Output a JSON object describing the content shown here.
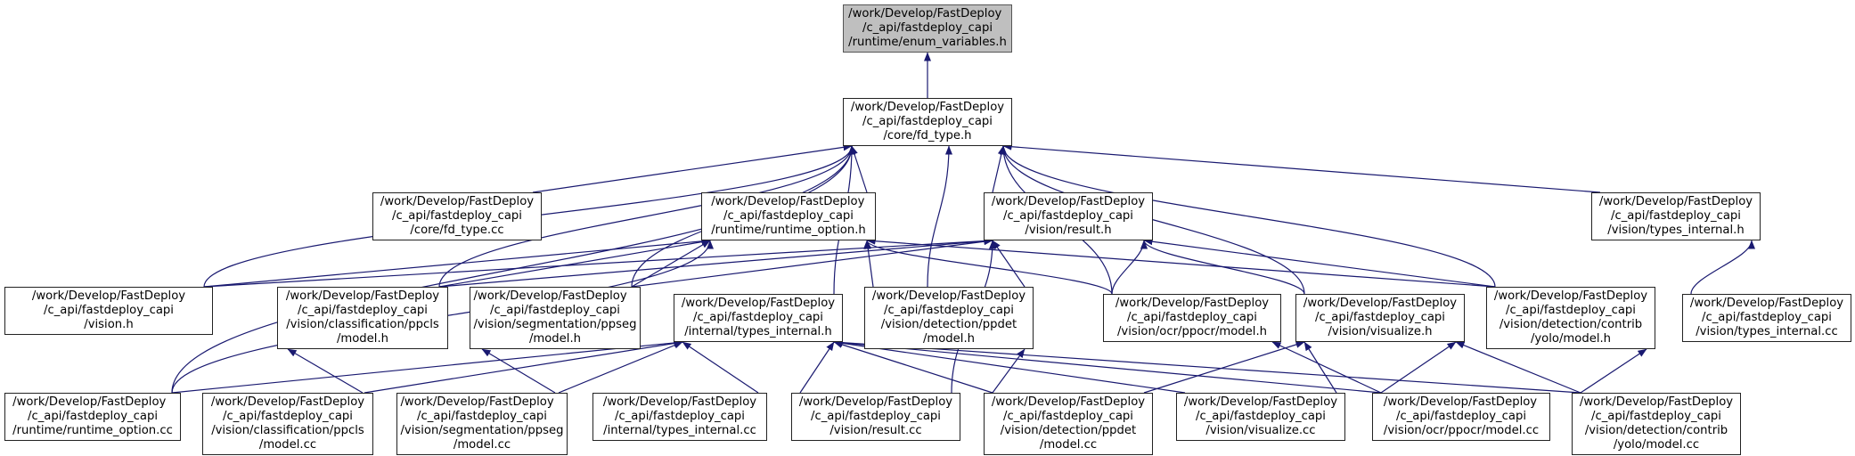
{
  "edge_color": "#191970",
  "root_fill": "#bfbfbf",
  "nodes": [
    {
      "id": "enum_variables_h",
      "lines": [
        "/work/Develop/FastDeploy",
        "/c_api/fastdeploy_capi",
        "/runtime/enum_variables.h"
      ]
    },
    {
      "id": "fd_type_h",
      "lines": [
        "/work/Develop/FastDeploy",
        "/c_api/fastdeploy_capi",
        "/core/fd_type.h"
      ]
    },
    {
      "id": "fd_type_cc",
      "lines": [
        "/work/Develop/FastDeploy",
        "/c_api/fastdeploy_capi",
        "/core/fd_type.cc"
      ]
    },
    {
      "id": "runtime_option_h",
      "lines": [
        "/work/Develop/FastDeploy",
        "/c_api/fastdeploy_capi",
        "/runtime/runtime_option.h"
      ]
    },
    {
      "id": "vision_result_h",
      "lines": [
        "/work/Develop/FastDeploy",
        "/c_api/fastdeploy_capi",
        "/vision/result.h"
      ]
    },
    {
      "id": "vision_types_internal_h",
      "lines": [
        "/work/Develop/FastDeploy",
        "/c_api/fastdeploy_capi",
        "/vision/types_internal.h"
      ]
    },
    {
      "id": "vision_h",
      "lines": [
        "/work/Develop/FastDeploy",
        "/c_api/fastdeploy_capi",
        "/vision.h"
      ]
    },
    {
      "id": "ppcls_model_h",
      "lines": [
        "/work/Develop/FastDeploy",
        "/c_api/fastdeploy_capi",
        "/vision/classification/ppcls",
        "/model.h"
      ]
    },
    {
      "id": "ppseg_model_h",
      "lines": [
        "/work/Develop/FastDeploy",
        "/c_api/fastdeploy_capi",
        "/vision/segmentation/ppseg",
        "/model.h"
      ]
    },
    {
      "id": "internal_types_internal_h",
      "lines": [
        "/work/Develop/FastDeploy",
        "/c_api/fastdeploy_capi",
        "/internal/types_internal.h"
      ]
    },
    {
      "id": "ppdet_model_h",
      "lines": [
        "/work/Develop/FastDeploy",
        "/c_api/fastdeploy_capi",
        "/vision/detection/ppdet",
        "/model.h"
      ]
    },
    {
      "id": "ppocr_model_h",
      "lines": [
        "/work/Develop/FastDeploy",
        "/c_api/fastdeploy_capi",
        "/vision/ocr/ppocr/model.h"
      ]
    },
    {
      "id": "visualize_h",
      "lines": [
        "/work/Develop/FastDeploy",
        "/c_api/fastdeploy_capi",
        "/vision/visualize.h"
      ]
    },
    {
      "id": "yolo_model_h",
      "lines": [
        "/work/Develop/FastDeploy",
        "/c_api/fastdeploy_capi",
        "/vision/detection/contrib",
        "/yolo/model.h"
      ]
    },
    {
      "id": "vision_types_internal_cc",
      "lines": [
        "/work/Develop/FastDeploy",
        "/c_api/fastdeploy_capi",
        "/vision/types_internal.cc"
      ]
    },
    {
      "id": "runtime_option_cc",
      "lines": [
        "/work/Develop/FastDeploy",
        "/c_api/fastdeploy_capi",
        "/runtime/runtime_option.cc"
      ]
    },
    {
      "id": "ppcls_model_cc",
      "lines": [
        "/work/Develop/FastDeploy",
        "/c_api/fastdeploy_capi",
        "/vision/classification/ppcls",
        "/model.cc"
      ]
    },
    {
      "id": "ppseg_model_cc",
      "lines": [
        "/work/Develop/FastDeploy",
        "/c_api/fastdeploy_capi",
        "/vision/segmentation/ppseg",
        "/model.cc"
      ]
    },
    {
      "id": "internal_types_internal_cc",
      "lines": [
        "/work/Develop/FastDeploy",
        "/c_api/fastdeploy_capi",
        "/internal/types_internal.cc"
      ]
    },
    {
      "id": "result_cc",
      "lines": [
        "/work/Develop/FastDeploy",
        "/c_api/fastdeploy_capi",
        "/vision/result.cc"
      ]
    },
    {
      "id": "ppdet_model_cc",
      "lines": [
        "/work/Develop/FastDeploy",
        "/c_api/fastdeploy_capi",
        "/vision/detection/ppdet",
        "/model.cc"
      ]
    },
    {
      "id": "visualize_cc",
      "lines": [
        "/work/Develop/FastDeploy",
        "/c_api/fastdeploy_capi",
        "/vision/visualize.cc"
      ]
    },
    {
      "id": "ppocr_model_cc",
      "lines": [
        "/work/Develop/FastDeploy",
        "/c_api/fastdeploy_capi",
        "/vision/ocr/ppocr/model.cc"
      ]
    },
    {
      "id": "yolo_model_cc",
      "lines": [
        "/work/Develop/FastDeploy",
        "/c_api/fastdeploy_capi",
        "/vision/detection/contrib",
        "/yolo/model.cc"
      ]
    }
  ],
  "edges": [
    [
      "fd_type_h",
      "enum_variables_h"
    ],
    [
      "fd_type_cc",
      "fd_type_h"
    ],
    [
      "runtime_option_h",
      "fd_type_h"
    ],
    [
      "vision_result_h",
      "fd_type_h"
    ],
    [
      "vision_types_internal_h",
      "fd_type_h"
    ],
    [
      "vision_h",
      "fd_type_h"
    ],
    [
      "ppcls_model_h",
      "fd_type_h"
    ],
    [
      "ppseg_model_h",
      "fd_type_h"
    ],
    [
      "internal_types_internal_h",
      "fd_type_h"
    ],
    [
      "ppdet_model_h",
      "fd_type_h"
    ],
    [
      "ppocr_model_h",
      "fd_type_h"
    ],
    [
      "visualize_h",
      "fd_type_h"
    ],
    [
      "yolo_model_h",
      "fd_type_h"
    ],
    [
      "runtime_option_cc",
      "fd_type_h"
    ],
    [
      "vision_h",
      "runtime_option_h"
    ],
    [
      "ppcls_model_h",
      "runtime_option_h"
    ],
    [
      "ppseg_model_h",
      "runtime_option_h"
    ],
    [
      "ppdet_model_h",
      "runtime_option_h"
    ],
    [
      "ppocr_model_h",
      "runtime_option_h"
    ],
    [
      "yolo_model_h",
      "runtime_option_h"
    ],
    [
      "runtime_option_cc",
      "runtime_option_h"
    ],
    [
      "vision_h",
      "vision_result_h"
    ],
    [
      "ppcls_model_h",
      "vision_result_h"
    ],
    [
      "ppseg_model_h",
      "vision_result_h"
    ],
    [
      "ppdet_model_h",
      "vision_result_h"
    ],
    [
      "ppocr_model_h",
      "vision_result_h"
    ],
    [
      "visualize_h",
      "vision_result_h"
    ],
    [
      "yolo_model_h",
      "vision_result_h"
    ],
    [
      "result_cc",
      "vision_result_h"
    ],
    [
      "vision_types_internal_cc",
      "vision_types_internal_h"
    ],
    [
      "ppcls_model_cc",
      "ppcls_model_h"
    ],
    [
      "ppseg_model_cc",
      "ppseg_model_h"
    ],
    [
      "ppdet_model_cc",
      "ppdet_model_h"
    ],
    [
      "ppocr_model_cc",
      "ppocr_model_h"
    ],
    [
      "yolo_model_cc",
      "yolo_model_h"
    ],
    [
      "runtime_option_cc",
      "internal_types_internal_h"
    ],
    [
      "ppcls_model_cc",
      "internal_types_internal_h"
    ],
    [
      "ppseg_model_cc",
      "internal_types_internal_h"
    ],
    [
      "internal_types_internal_cc",
      "internal_types_internal_h"
    ],
    [
      "result_cc",
      "internal_types_internal_h"
    ],
    [
      "ppdet_model_cc",
      "internal_types_internal_h"
    ],
    [
      "visualize_cc",
      "internal_types_internal_h"
    ],
    [
      "ppocr_model_cc",
      "internal_types_internal_h"
    ],
    [
      "yolo_model_cc",
      "internal_types_internal_h"
    ],
    [
      "ppdet_model_cc",
      "visualize_h"
    ],
    [
      "visualize_cc",
      "visualize_h"
    ],
    [
      "ppocr_model_cc",
      "visualize_h"
    ],
    [
      "yolo_model_cc",
      "visualize_h"
    ]
  ]
}
